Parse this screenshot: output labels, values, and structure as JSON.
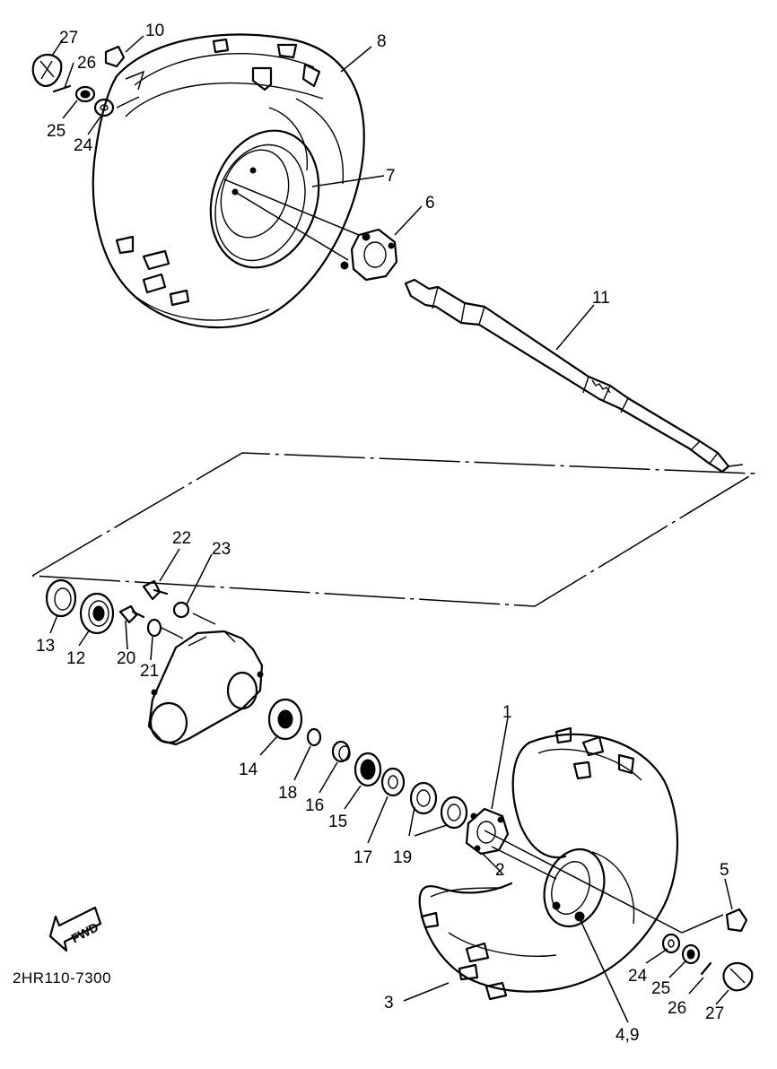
{
  "diagram": {
    "part_code": "2HR110-7300",
    "fwd_label": "FWD",
    "callouts": {
      "c1": "1",
      "c2": "2",
      "c3": "3",
      "c4_9": "4,9",
      "c5": "5",
      "c6": "6",
      "c7": "7",
      "c8": "8",
      "c10": "10",
      "c11": "11",
      "c12": "12",
      "c13": "13",
      "c14": "14",
      "c15": "15",
      "c16": "16",
      "c17": "17",
      "c18": "18",
      "c19": "19",
      "c20": "20",
      "c21": "21",
      "c22": "22",
      "c23": "23",
      "c24_top": "24",
      "c25_top": "25",
      "c26_top": "26",
      "c27_top": "27",
      "c24_bot": "24",
      "c25_bot": "25",
      "c26_bot": "26",
      "c27_bot": "27"
    }
  }
}
